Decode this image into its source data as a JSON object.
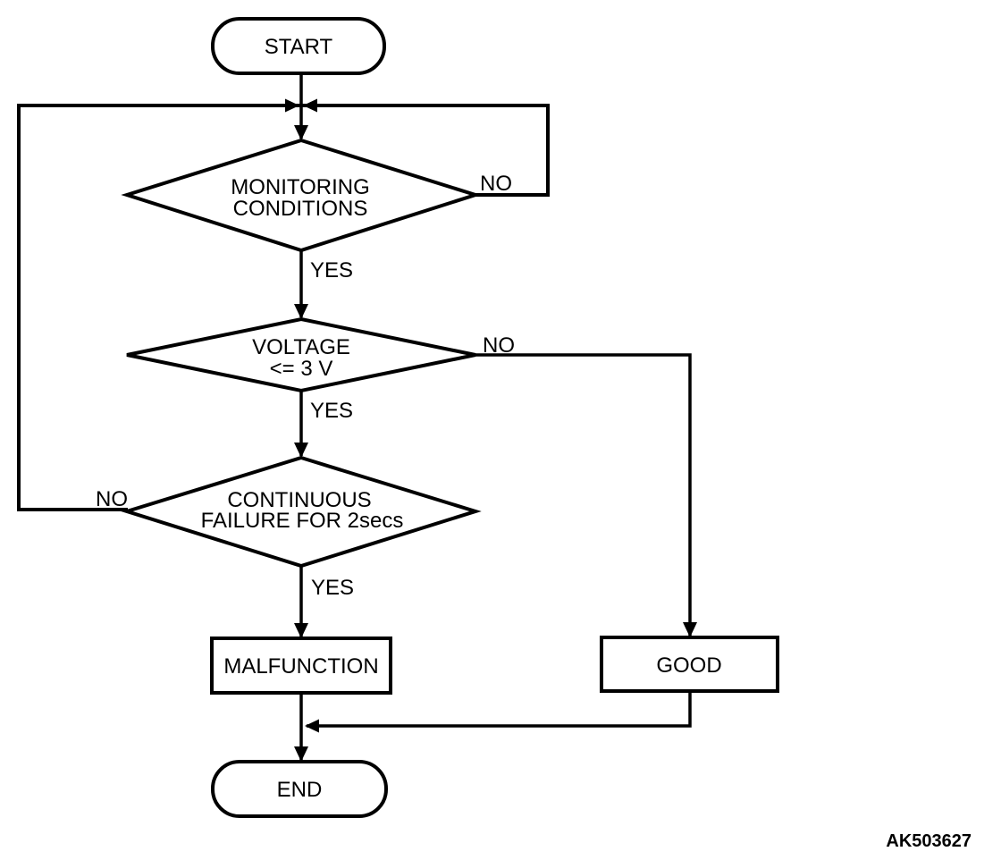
{
  "flowchart": {
    "nodes": {
      "start": "START",
      "monitoring_conditions": {
        "line1": "MONITORING",
        "line2": "CONDITIONS"
      },
      "voltage": {
        "line1": "VOLTAGE",
        "line2": "<= 3 V"
      },
      "continuous_failure": {
        "line1": "CONTINUOUS",
        "line2": "FAILURE FOR 2secs"
      },
      "malfunction": "MALFUNCTION",
      "good": "GOOD",
      "end": "END"
    },
    "edge_labels": {
      "monitoring_yes": "YES",
      "monitoring_no": "NO",
      "voltage_yes": "YES",
      "voltage_no": "NO",
      "continuous_yes": "YES",
      "continuous_no": "NO"
    },
    "figure_code": "AK503627",
    "colors": {
      "line": "#000000",
      "background": "#ffffff"
    }
  }
}
